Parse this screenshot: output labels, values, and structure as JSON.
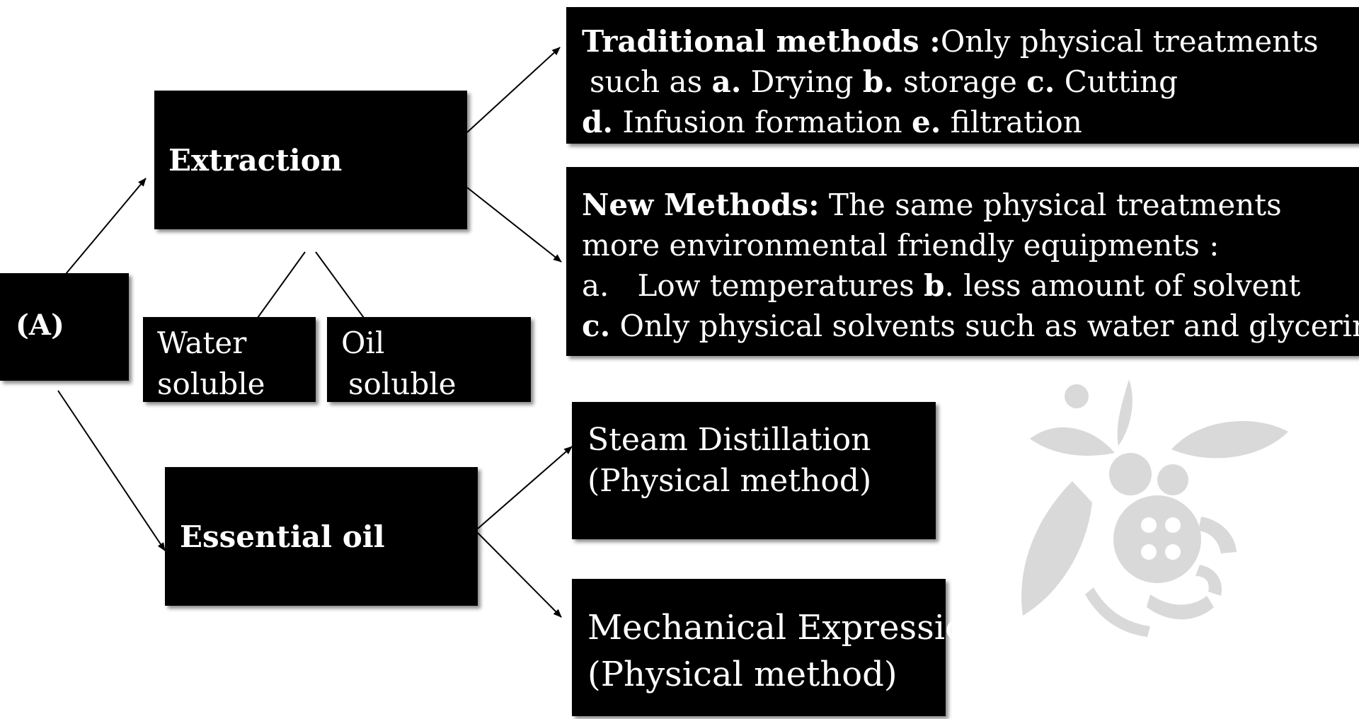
{
  "nodes": {
    "root": {
      "label": "(A)"
    },
    "extraction": {
      "label": "Extraction"
    },
    "essential_oil": {
      "label": "Essential oil"
    },
    "water_soluble": {
      "line1": "Water",
      "line2": "soluble"
    },
    "oil_soluble": {
      "line1": "Oil",
      "line2": "soluble"
    },
    "traditional": {
      "heading": "Traditional methods :",
      "line1_rest": "Only physical treatments",
      "line2_pre": "such as ",
      "mark_a": "a.",
      "item_a": " Drying ",
      "mark_b": "b.",
      "item_b": " storage ",
      "mark_c": "c.",
      "item_c": " Cutting",
      "mark_d": "d.",
      "item_d": " Infusion formation ",
      "mark_e": "e.",
      "item_e": " filtration"
    },
    "new_methods": {
      "heading": "New Methods:",
      "line1_rest": " The same physical treatments",
      "line2": "more environmental friendly equipments :",
      "line3_pre": "a.   Low temperatures ",
      "mark_b": "b",
      "item_b": ". less amount of solvent",
      "mark_c": "c.",
      "item_c": " Only physical solvents such as water and glycerin"
    },
    "steam": {
      "line1": "Steam Distillation",
      "line2": "(Physical method)"
    },
    "mechanical": {
      "line1": "Mechanical Expression",
      "line2": "(Physical method)"
    }
  },
  "colors": {
    "box_fill": "#000000",
    "box_text": "#ffffff",
    "connector": "#000000",
    "watermark": "#d9d9d9"
  },
  "watermark": {
    "icon": "bee-logo-icon"
  }
}
